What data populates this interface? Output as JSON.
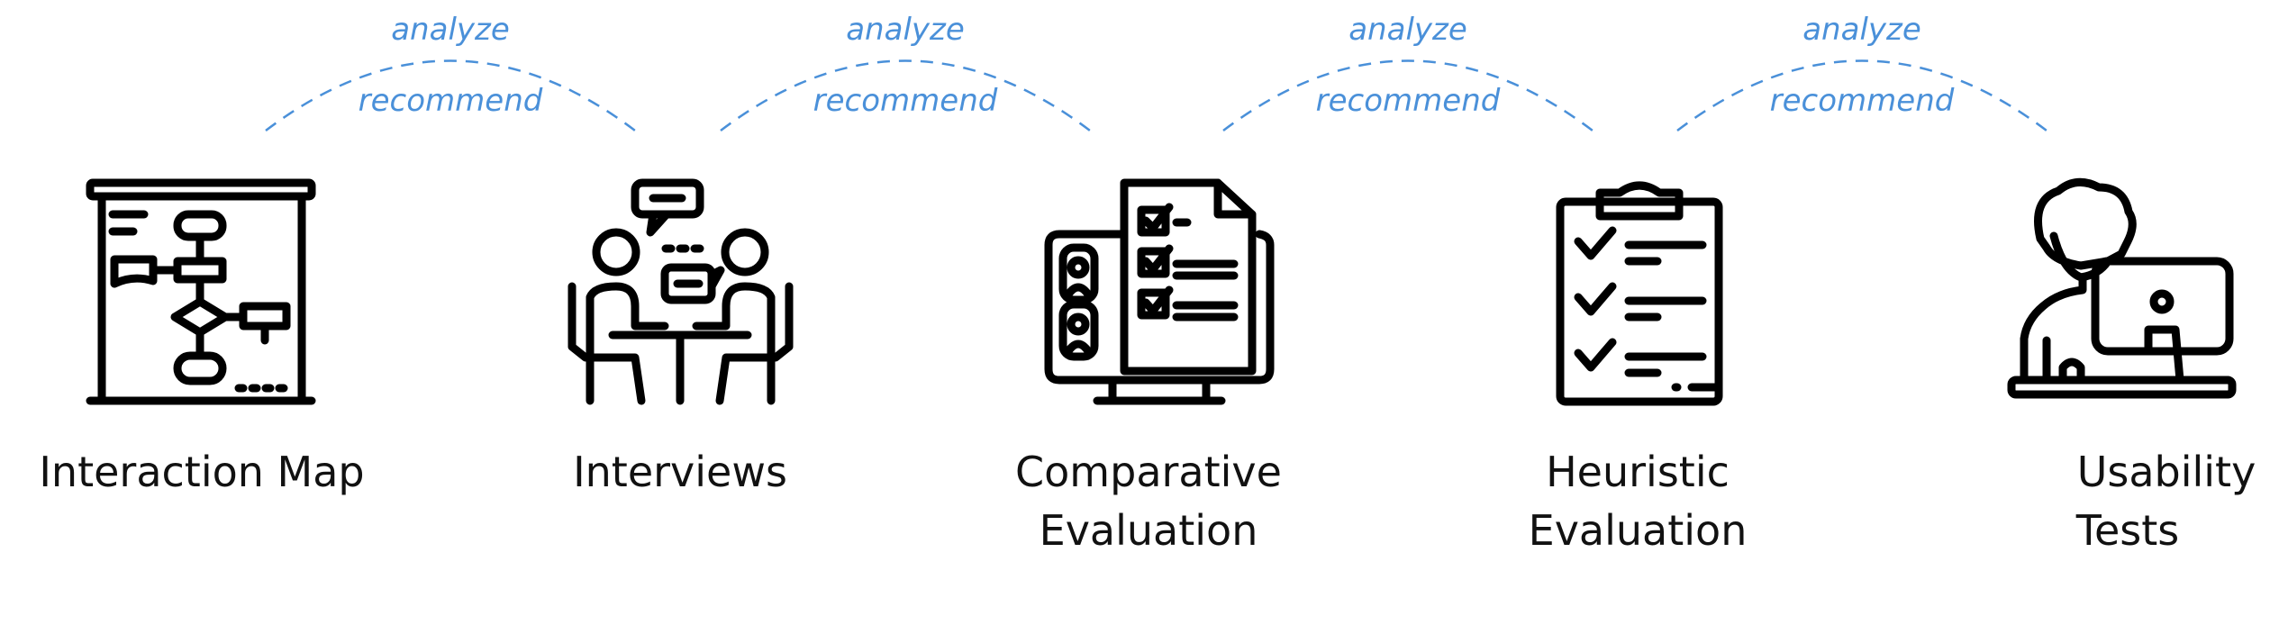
{
  "colors": {
    "accent": "#4a90d9",
    "ink": "#111111",
    "background": "#ffffff"
  },
  "arcs": [
    {
      "top_label": "analyze",
      "bottom_label": "recommend"
    },
    {
      "top_label": "analyze",
      "bottom_label": "recommend"
    },
    {
      "top_label": "analyze",
      "bottom_label": "recommend"
    },
    {
      "top_label": "analyze",
      "bottom_label": "recommend"
    }
  ],
  "steps": [
    {
      "icon": "flowchart-board-icon",
      "label_lines": [
        "Interaction Map"
      ]
    },
    {
      "icon": "interview-people-icon",
      "label_lines": [
        "Interviews"
      ]
    },
    {
      "icon": "comparison-monitor-icon",
      "label_lines": [
        "Comparative",
        "Evaluation"
      ]
    },
    {
      "icon": "checklist-clipboard-icon",
      "label_lines": [
        "Heuristic",
        "Evaluation"
      ]
    },
    {
      "icon": "user-at-computer-icon",
      "label_lines": [
        "Usability",
        "Tests"
      ]
    }
  ]
}
